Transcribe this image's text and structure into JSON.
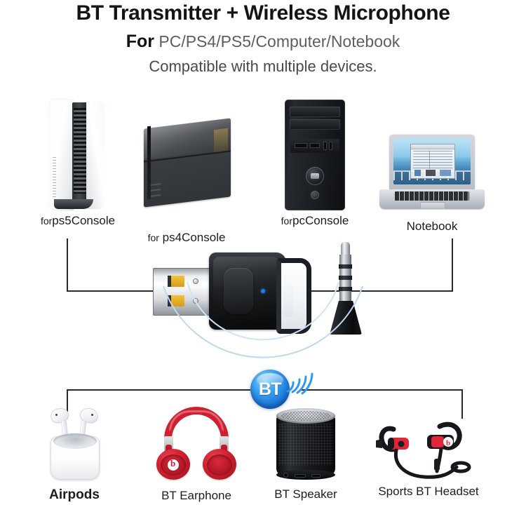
{
  "header": {
    "title": "BT Transmitter + Wireless Microphone",
    "for_word": "For",
    "compat_list": "PC/PS4/PS5/Computer/Notebook",
    "subtitle": "Compatible with multiple devices."
  },
  "colors": {
    "accent_blue": "#1773d6",
    "led_blue": "#1f7fe8",
    "headphone_red": "#cf2030",
    "line": "#2b2b2b",
    "title_text": "#141414",
    "body_text": "#4a4a4a"
  },
  "source_devices": [
    {
      "id": "ps5",
      "prefix": "for",
      "name": "ps5Console",
      "icon": "ps5-console-icon"
    },
    {
      "id": "ps4",
      "prefix": "for",
      "name": "ps4Console",
      "icon": "ps4-console-icon"
    },
    {
      "id": "pc",
      "prefix": "for",
      "name": "pcConsole",
      "icon": "pc-tower-icon"
    },
    {
      "id": "notebook",
      "prefix": "",
      "name": "Notebook",
      "icon": "laptop-icon"
    }
  ],
  "product": {
    "dongle_name": "bt-usb-dongle",
    "jack_name": "microphone-jack-3.5mm",
    "led_color": "#1f7fe8"
  },
  "bt_badge": {
    "label": "BT",
    "signal_waves": 4
  },
  "output_devices": [
    {
      "id": "airpods",
      "name": "Airpods",
      "icon": "airpods-icon",
      "emphasis": true
    },
    {
      "id": "earphone",
      "name": "BT Earphone",
      "icon": "headphones-icon",
      "emphasis": false
    },
    {
      "id": "speaker",
      "name": "BT Speaker",
      "icon": "speaker-icon",
      "emphasis": false
    },
    {
      "id": "sports",
      "name": "Sports BT Headset",
      "icon": "sports-earbuds-icon",
      "emphasis": false
    }
  ]
}
